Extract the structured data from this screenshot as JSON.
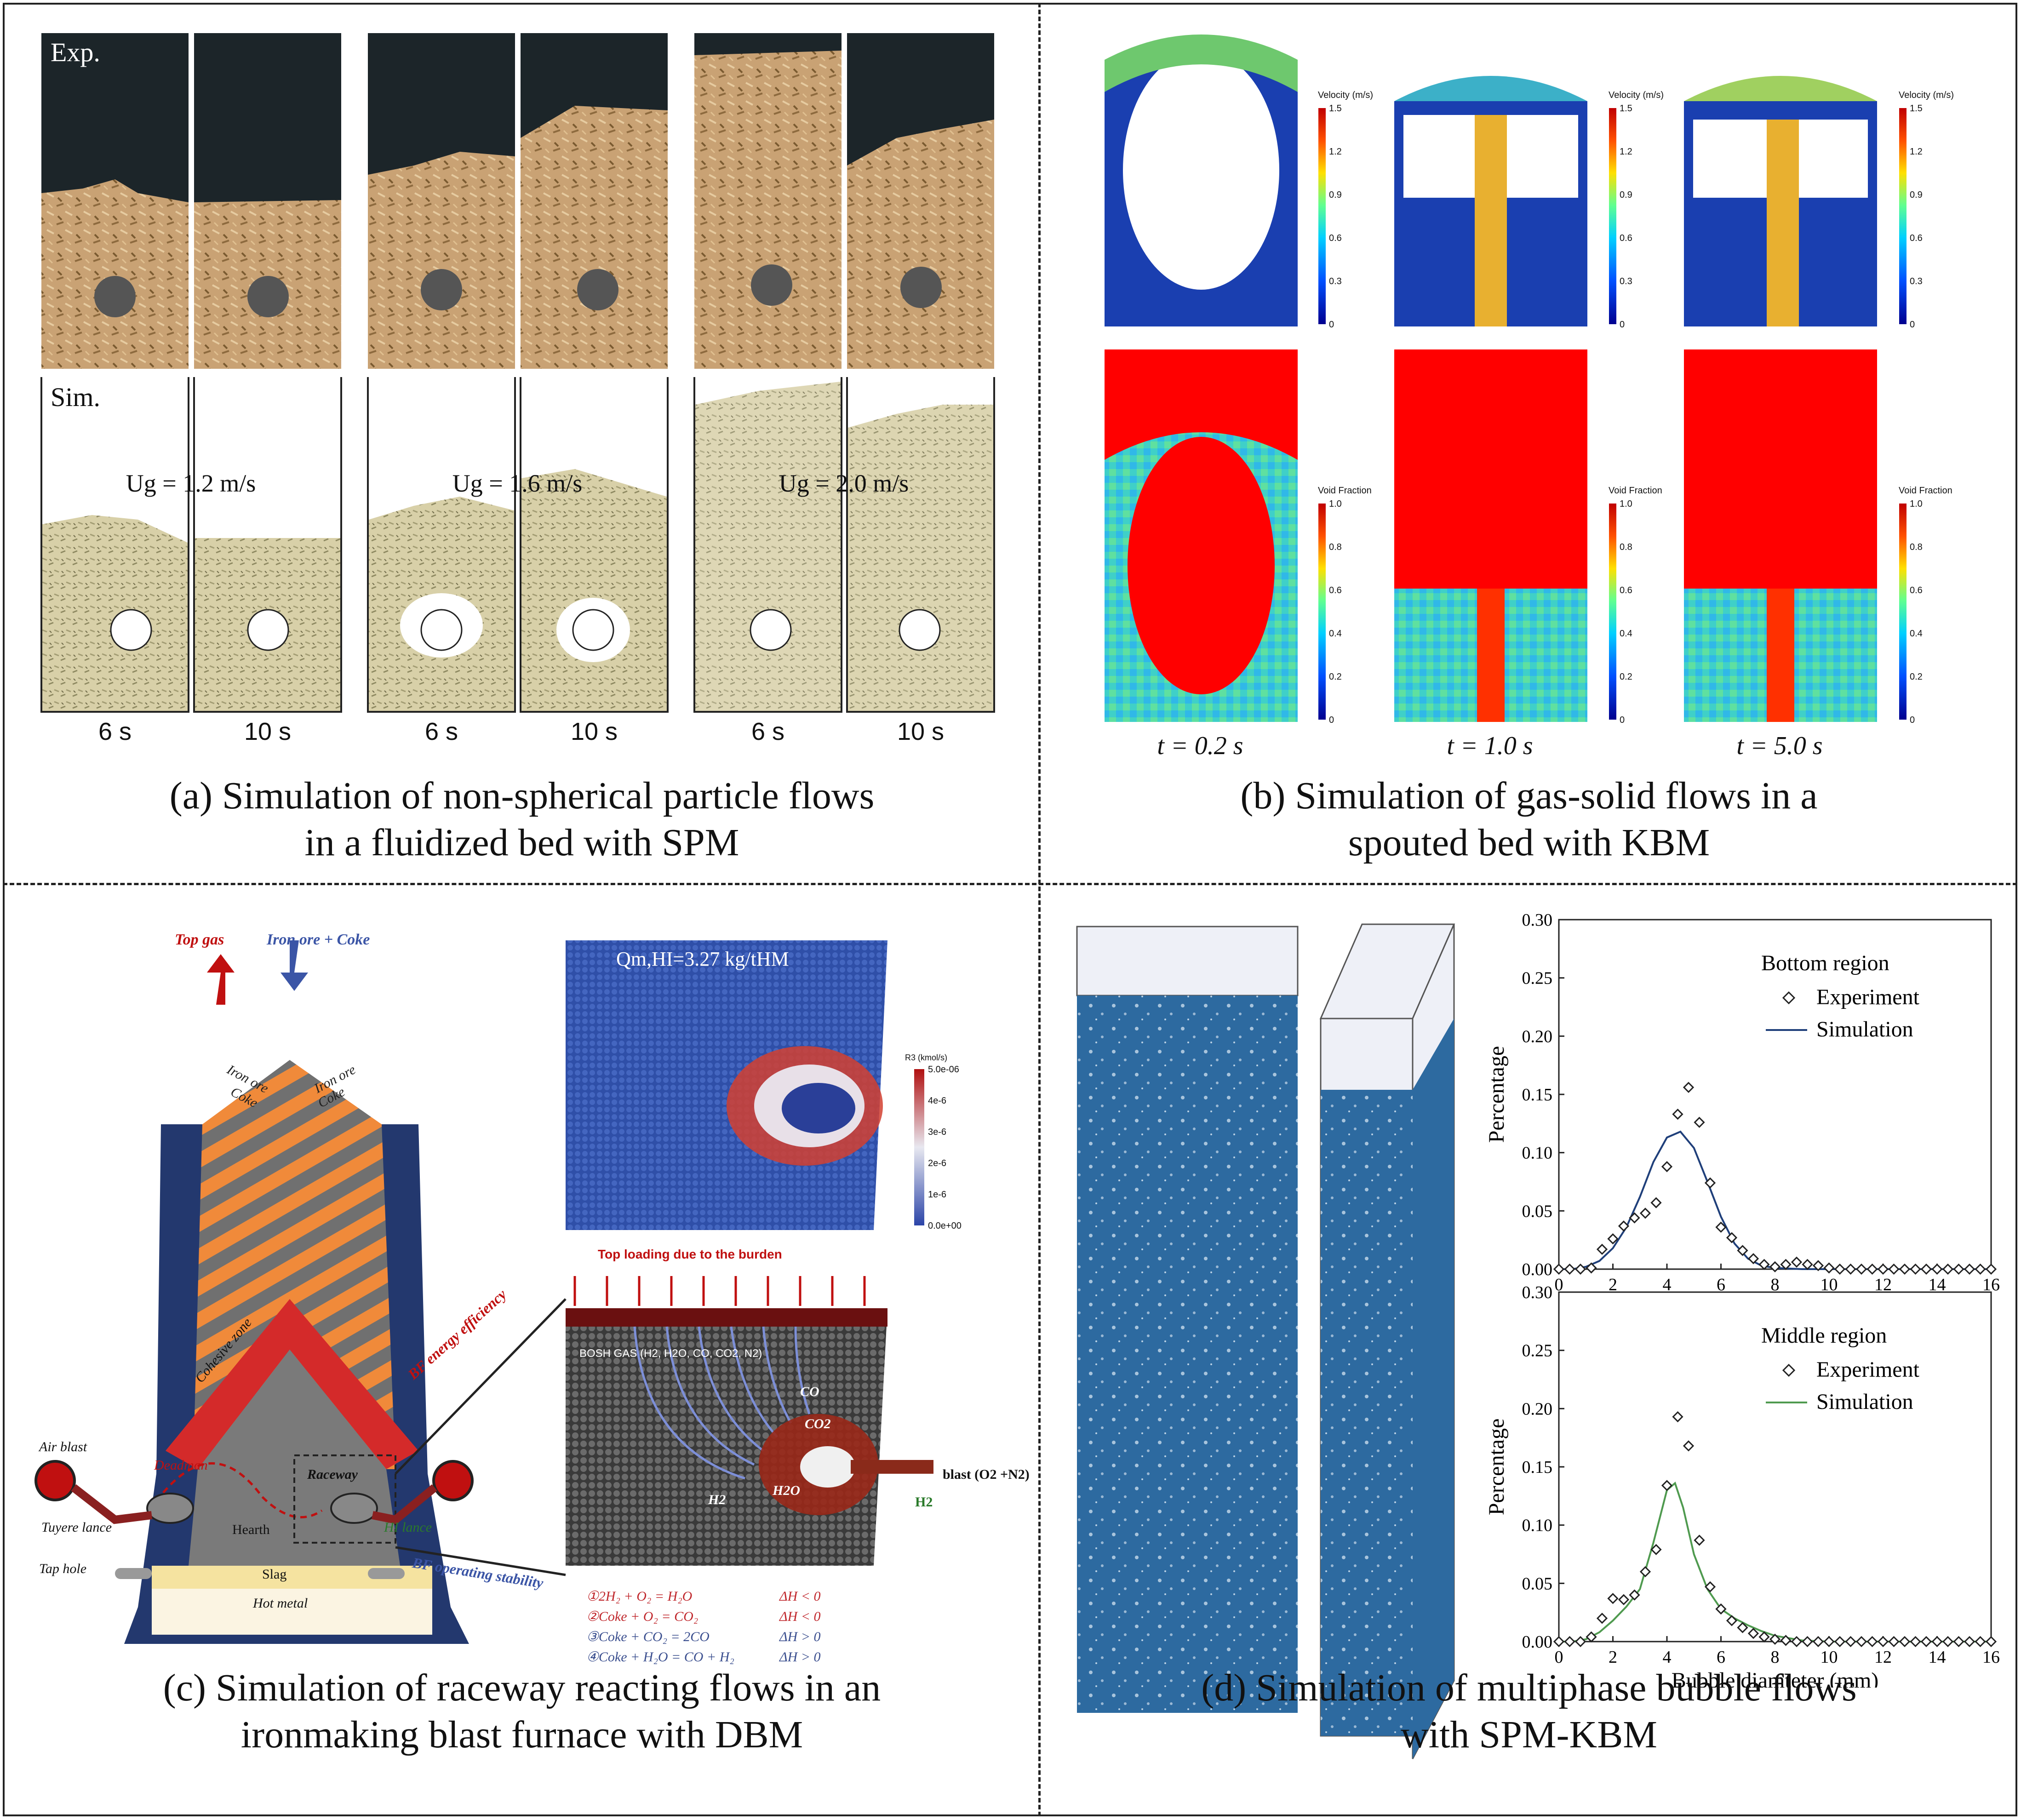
{
  "panel_a": {
    "exp_label": "Exp.",
    "sim_label": "Sim.",
    "velocities": [
      "Ug = 1.2 m/s",
      "Ug = 1.6 m/s",
      "Ug = 2.0 m/s"
    ],
    "times": [
      "6 s",
      "10 s",
      "6 s",
      "10 s",
      "6 s",
      "10 s"
    ],
    "caption_line1": "(a) Simulation of non-spherical particle flows",
    "caption_line2": "in a fluidized bed with SPM"
  },
  "panel_b": {
    "velocity_label": "Velocity (m/s)",
    "velocity_ticks": [
      "1.5",
      "1.2",
      "0.9",
      "0.6",
      "0.3",
      "0"
    ],
    "void_label": "Void Fraction",
    "void_ticks": [
      "1.0",
      "0.8",
      "0.6",
      "0.4",
      "0.2",
      "0"
    ],
    "times": [
      "t = 0.2 s",
      "t = 1.0 s",
      "t = 5.0 s"
    ],
    "caption_line1": "(b) Simulation of gas-solid flows in a",
    "caption_line2": "spouted bed with KBM"
  },
  "panel_c": {
    "top_gas": "Top gas",
    "iron_ore_coke": "Iron ore + Coke",
    "iron_ore": "Iron ore",
    "coke": "Coke",
    "cohesive_zone": "Cohesive zone",
    "air_blast": "Air blast",
    "deadman": "Deadman",
    "raceway": "Raceway",
    "tuyere_lance": "Tuyere lance",
    "hearth": "Hearth",
    "hi_lance": "HI lance",
    "tap_hole": "Tap hole",
    "slag": "Slag",
    "hot_metal": "Hot metal",
    "energy_efficiency": "BF energy efficiency",
    "operating_stability": "BF operating stability",
    "qm": "Qm,HI=3.27 kg/tHM",
    "r3_label": "R3 (kmol/s)",
    "r3_ticks": [
      "5.0e-06",
      "4e-6",
      "3e-6",
      "2e-6",
      "1e-6",
      "0.0e+00"
    ],
    "top_loading": "Top loading due to the burden",
    "bosh_gas": "BOSH GAS (H2, H2O, CO, CO2, N2)",
    "co": "CO",
    "co2": "CO2",
    "h2o": "H2O",
    "h2_left": "H2",
    "blast": "blast (O2 +N2)",
    "h2_right": "H2",
    "reactions": [
      {
        "eq": "①2H₂ + O₂ = H₂O",
        "dh": "ΔH < 0",
        "color": "#c0282d"
      },
      {
        "eq": "②Coke + O₂ = CO₂",
        "dh": "ΔH < 0",
        "color": "#c0282d"
      },
      {
        "eq": "③Coke + CO₂ = 2CO",
        "dh": "ΔH > 0",
        "color": "#3b4f8f"
      },
      {
        "eq": "④Coke + H₂O = CO + H₂",
        "dh": "ΔH > 0",
        "color": "#3b4f8f"
      }
    ],
    "caption_line1": "(c) Simulation of raceway reacting flows in an",
    "caption_line2": "ironmaking blast furnace with DBM"
  },
  "panel_d": {
    "caption_line1": "(d) Simulation of multiphase bubble flows",
    "caption_line2": "with SPM-KBM",
    "chart_data": [
      {
        "type": "scatter",
        "title": "Bottom region",
        "xlabel": "",
        "ylabel": "Percentage",
        "xlim": [
          0,
          16
        ],
        "ylim": [
          0,
          0.3
        ],
        "x_ticks": [
          "0",
          "2",
          "4",
          "6",
          "8",
          "10",
          "12",
          "14",
          "16"
        ],
        "y_ticks": [
          "0.00",
          "0.05",
          "0.10",
          "0.15",
          "0.20",
          "0.25",
          "0.30"
        ],
        "legend": [
          "Experiment",
          "Simulation"
        ],
        "line_color": "#1f3f7a",
        "experiment": {
          "x": [
            0,
            0.4,
            0.8,
            1.2,
            1.6,
            2.0,
            2.4,
            2.8,
            3.2,
            3.6,
            4.0,
            4.4,
            4.8,
            5.2,
            5.6,
            6.0,
            6.4,
            6.8,
            7.2,
            7.6,
            8.0,
            8.4,
            8.8,
            9.2,
            9.6,
            10.0,
            10.4,
            10.8,
            11.2,
            11.6,
            12.0,
            12.4,
            12.8,
            13.2,
            13.6,
            14.0,
            14.4,
            14.8,
            15.2,
            15.6,
            16.0
          ],
          "y": [
            0,
            0,
            0,
            0.001,
            0.017,
            0.026,
            0.037,
            0.044,
            0.048,
            0.057,
            0.088,
            0.133,
            0.156,
            0.126,
            0.074,
            0.036,
            0.027,
            0.016,
            0.009,
            0.004,
            0.002,
            0.004,
            0.006,
            0.004,
            0.003,
            0.001,
            0,
            0,
            0,
            0,
            0,
            0,
            0,
            0,
            0,
            0,
            0,
            0,
            0,
            0,
            0
          ]
        },
        "simulation": {
          "x": [
            0,
            0.5,
            1.0,
            1.5,
            2.0,
            2.5,
            3.0,
            3.5,
            4.0,
            4.5,
            5.0,
            5.5,
            6.0,
            6.5,
            7.0,
            7.5,
            8.0,
            9.0,
            10.0,
            12.0,
            14.0,
            16.0
          ],
          "y": [
            0,
            0,
            0.002,
            0.007,
            0.018,
            0.036,
            0.062,
            0.092,
            0.113,
            0.118,
            0.104,
            0.075,
            0.045,
            0.022,
            0.009,
            0.003,
            0.001,
            0,
            0,
            0,
            0,
            0
          ]
        }
      },
      {
        "type": "scatter",
        "title": "Middle region",
        "xlabel": "Bubble diamteter (mm)",
        "ylabel": "Percentage",
        "xlim": [
          0,
          16
        ],
        "ylim": [
          0,
          0.3
        ],
        "x_ticks": [
          "0",
          "2",
          "4",
          "6",
          "8",
          "10",
          "12",
          "14",
          "16"
        ],
        "y_ticks": [
          "0.00",
          "0.05",
          "0.10",
          "0.15",
          "0.20",
          "0.25",
          "0.30"
        ],
        "legend": [
          "Experiment",
          "Simulation"
        ],
        "line_color": "#4f9a4f",
        "experiment": {
          "x": [
            0,
            0.4,
            0.8,
            1.2,
            1.6,
            2.0,
            2.4,
            2.8,
            3.2,
            3.6,
            4.0,
            4.4,
            4.8,
            5.2,
            5.6,
            6.0,
            6.4,
            6.8,
            7.2,
            7.6,
            8.0,
            8.4,
            8.8,
            9.2,
            9.6,
            10.0,
            10.4,
            10.8,
            11.2,
            11.6,
            12.0,
            12.4,
            12.8,
            13.2,
            13.6,
            14.0,
            14.4,
            14.8,
            15.2,
            15.6,
            16.0
          ],
          "y": [
            0,
            0,
            0,
            0.004,
            0.02,
            0.037,
            0.036,
            0.04,
            0.06,
            0.079,
            0.134,
            0.193,
            0.168,
            0.087,
            0.047,
            0.028,
            0.018,
            0.012,
            0.007,
            0.004,
            0.002,
            0.001,
            0,
            0,
            0,
            0,
            0,
            0,
            0,
            0,
            0,
            0,
            0,
            0,
            0,
            0,
            0,
            0,
            0,
            0,
            0
          ]
        },
        "simulation": {
          "x": [
            0,
            0.5,
            1.0,
            1.5,
            2.0,
            2.5,
            3.0,
            3.5,
            4.0,
            4.3,
            4.6,
            5.0,
            5.5,
            6.0,
            6.5,
            7.0,
            7.5,
            8.0,
            9.0,
            10.0,
            12.0,
            14.0,
            16.0
          ],
          "y": [
            0,
            0,
            0.002,
            0.008,
            0.018,
            0.03,
            0.045,
            0.085,
            0.13,
            0.136,
            0.115,
            0.075,
            0.045,
            0.028,
            0.02,
            0.014,
            0.009,
            0.005,
            0.001,
            0,
            0,
            0,
            0
          ]
        }
      }
    ]
  }
}
